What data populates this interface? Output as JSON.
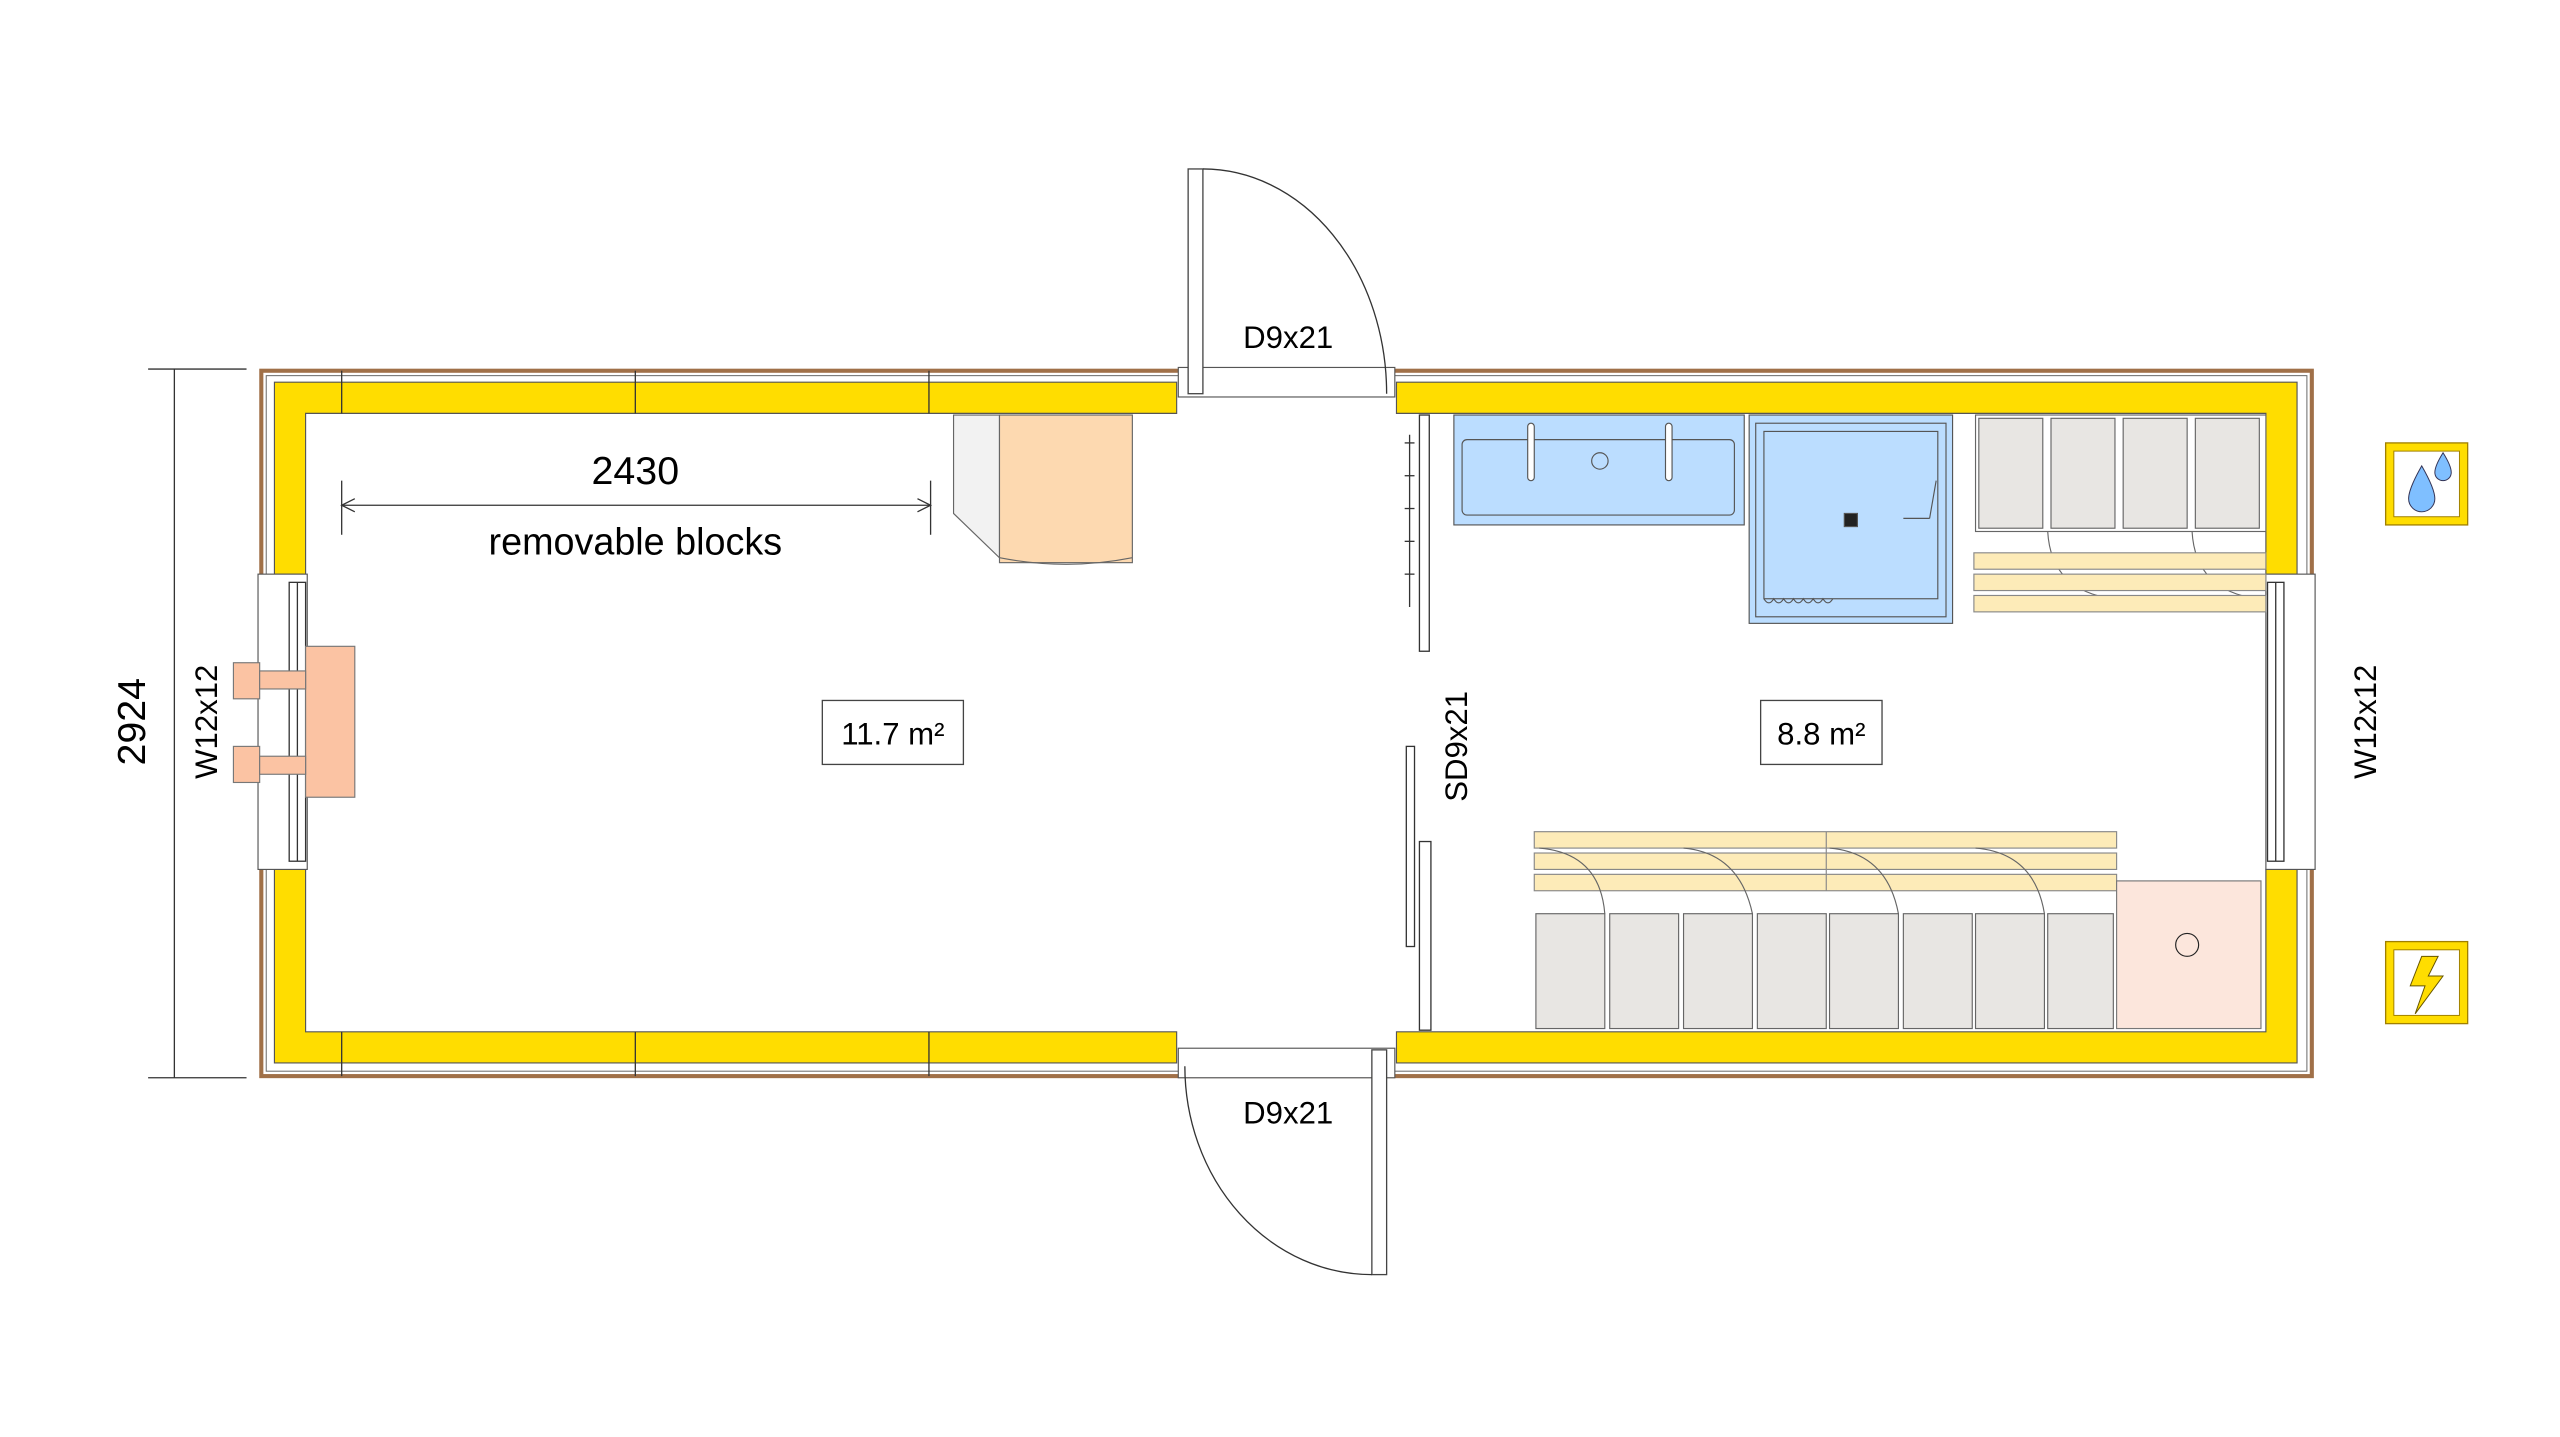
{
  "plan": {
    "overall_dimension": "2924",
    "wall_dimension": "2430",
    "wall_note": "removable blocks",
    "rooms": [
      {
        "area": "11.7 m²"
      },
      {
        "area": "8.8 m²"
      }
    ],
    "doors": {
      "top": "D9x21",
      "bottom": "D9x21",
      "sliding": "SD9x21"
    },
    "windows": {
      "left": "W12x12",
      "right": "W12x12"
    },
    "icons": [
      "water-supply-icon",
      "electricity-icon"
    ]
  },
  "colors": {
    "wall_insulation": "#FFDD00",
    "outer_wall": "#A07048",
    "sanitary": "#BBDDFF",
    "locker": "#E8E6E3",
    "bench": "#FDEBB8",
    "desk": "#FDD9B0",
    "heater": "#FBC3A3",
    "boiler": "#FCE6DC"
  }
}
